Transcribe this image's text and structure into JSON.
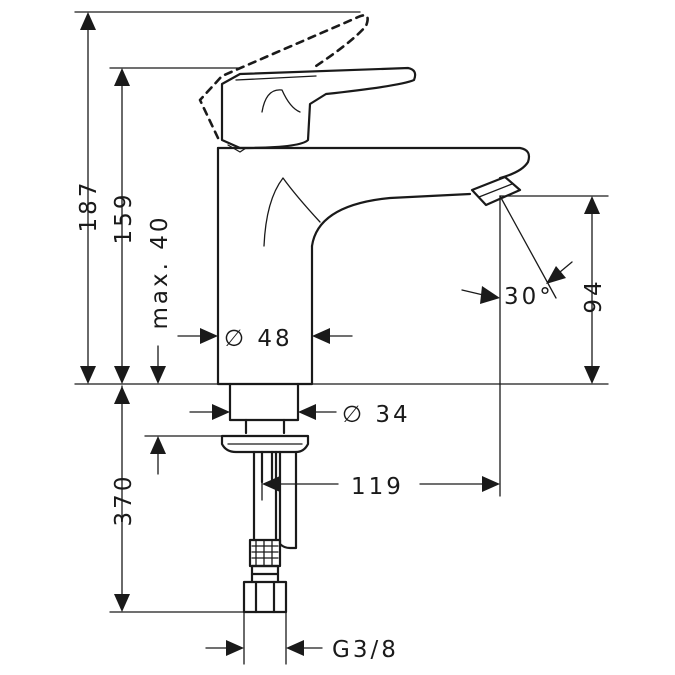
{
  "drawing": {
    "dim_total_height": "187",
    "dim_spout_height": "159",
    "dim_max_40": "max. 40",
    "dim_diameter_body": "∅ 48",
    "dim_diameter_shank": "∅ 34",
    "dim_spout_reach": "119",
    "dim_outlet_height": "94",
    "dim_angle": "30°",
    "dim_hose_length": "370",
    "dim_thread": "G3/8"
  }
}
